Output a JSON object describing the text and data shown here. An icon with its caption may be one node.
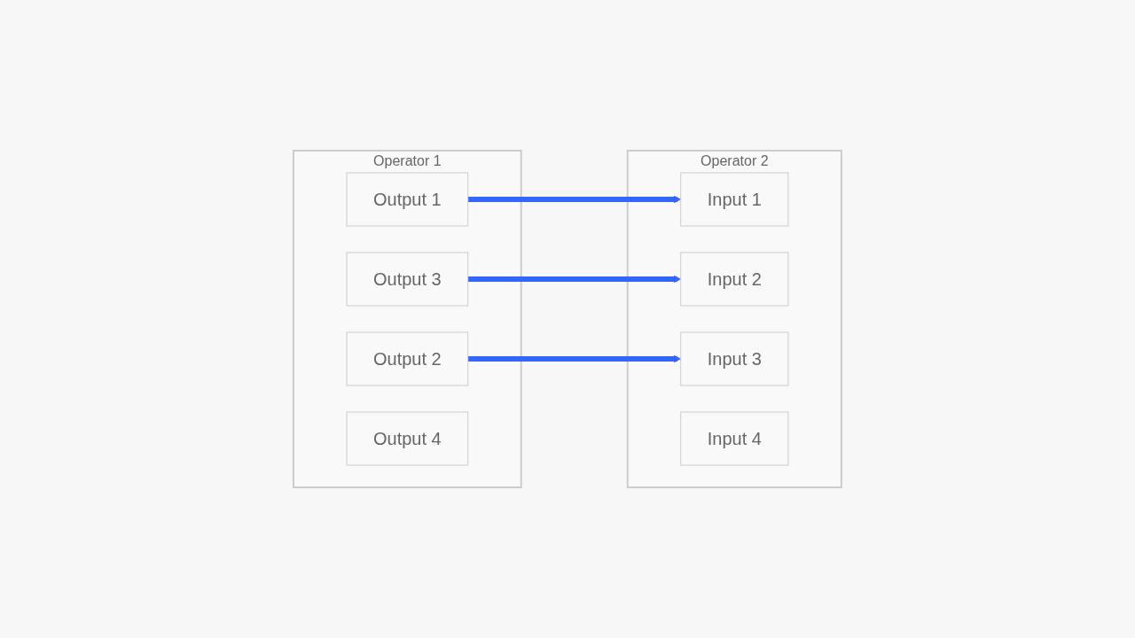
{
  "diagram": {
    "nodes": [
      {
        "text": [
          "Operator 1"
        ]
      },
      {
        "text": [
          "Output 1"
        ],
        "in": 0
      },
      {
        "text": [
          "Output 2"
        ],
        "in": 0
      },
      {
        "text": [
          "Output 3"
        ],
        "in": 0
      },
      {
        "text": [
          "Output 4"
        ],
        "in": 0
      },
      {
        "text": [
          "Operator 2"
        ]
      },
      {
        "text": [
          "Input 1"
        ],
        "in": 5
      },
      {
        "text": [
          "Input 2"
        ],
        "in": 5
      },
      {
        "text": [
          "Input 3"
        ],
        "in": 5
      },
      {
        "text": [
          "Input 4"
        ],
        "in": 5
      }
    ],
    "edges": [
      {
        "from": 1,
        "to": 6,
        "arrow": "to",
        "color": "#3366ff"
      },
      {
        "from": 2,
        "to": 8,
        "arrow": "to",
        "color": "#3366ff"
      },
      {
        "from": 3,
        "to": 7,
        "arrow": "to",
        "color": "#3366ff"
      }
    ]
  }
}
